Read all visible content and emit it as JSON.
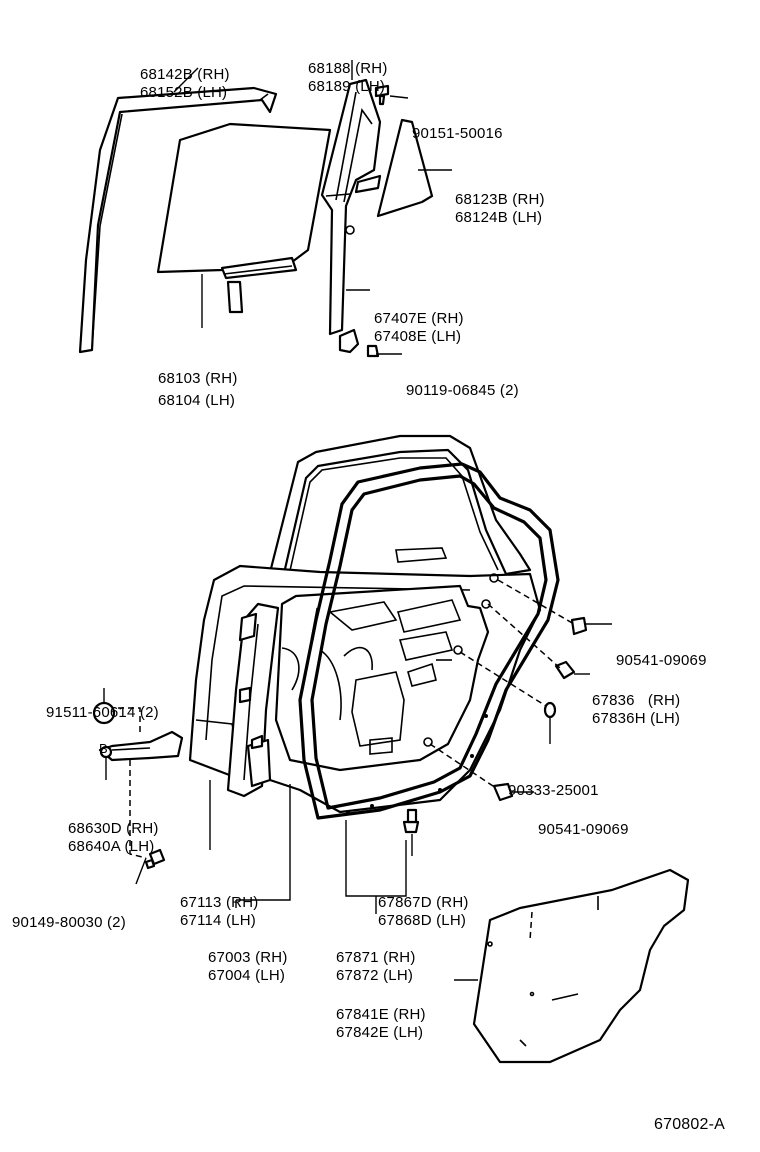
{
  "diagram_code": "670802-A",
  "callout_b": "B",
  "labels": {
    "run_channel_outer": [
      "68142B (RH)",
      "68152B (LH)"
    ],
    "run_channel_rear": [
      "68188 (RH)",
      "68189 (LH)"
    ],
    "bolt_top": [
      "90151-50016"
    ],
    "quarter_glass": [
      "68123B (RH)",
      "68124B (LH)"
    ],
    "door_glass": [
      "68103 (RH)",
      "68104 (LH)"
    ],
    "division_bar": [
      "67407E (RH)",
      "67408E (LH)"
    ],
    "bolt_division": [
      "90119-06845 (2)"
    ],
    "grommet_upper": [
      "90541-09069"
    ],
    "hinge_bolt": [
      "91511-60614 (2)"
    ],
    "cushion": [
      "67836   (RH)",
      "67836H (LH)"
    ],
    "plug": [
      "90333-25001"
    ],
    "hinge": [
      "68630D (RH)",
      "68640A (LH)"
    ],
    "grommet_lower": [
      "90541-09069"
    ],
    "hinge_screw": [
      "90149-80030 (2)"
    ],
    "panel": [
      "67113 (RH)",
      "67114 (LH)"
    ],
    "clip": [
      "67867D (RH)",
      "67868D (LH)"
    ],
    "door_assy": [
      "67003 (RH)",
      "67004 (LH)"
    ],
    "weatherstrip": [
      "67871 (RH)",
      "67872 (LH)"
    ],
    "service_hole_cover": [
      "67841E (RH)",
      "67842E (LH)"
    ]
  }
}
